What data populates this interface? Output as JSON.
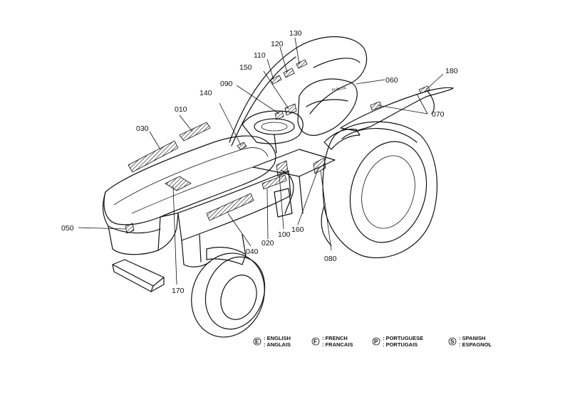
{
  "callouts": {
    "c010": "010",
    "c020": "020",
    "c030": "030",
    "c040": "040",
    "c050": "050",
    "c060": "060",
    "c070": "070",
    "c080": "080",
    "c090": "090",
    "c100": "100",
    "c110": "110",
    "c120": "120",
    "c130": "130",
    "c140": "140",
    "c150": "150",
    "c160": "160",
    "c170": "170",
    "c180": "180"
  },
  "legend": {
    "english": {
      "code": "E",
      "line1": "ENGLISH",
      "line2": "ANGLAIS"
    },
    "french": {
      "code": "F",
      "line1": "FRENCH",
      "line2": "FRANCAIS"
    },
    "portuguese": {
      "code": "P",
      "line1": "PORTUGUESE",
      "line2": "PORTUGAIS"
    },
    "spanish": {
      "code": "S",
      "line1": "SPANISH",
      "line2": "ESPAGNOL"
    }
  }
}
